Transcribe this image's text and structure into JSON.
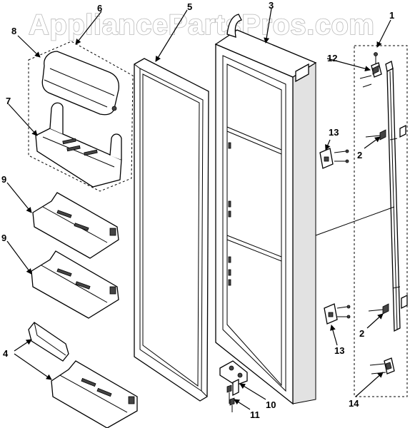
{
  "watermark": "AppliancePartsPros.com",
  "callouts": [
    {
      "id": "c1",
      "text": "1"
    },
    {
      "id": "c2a",
      "text": "2"
    },
    {
      "id": "c2b",
      "text": "2"
    },
    {
      "id": "c3",
      "text": "3"
    },
    {
      "id": "c4",
      "text": "4"
    },
    {
      "id": "c5",
      "text": "5"
    },
    {
      "id": "c6",
      "text": "6"
    },
    {
      "id": "c7",
      "text": "7"
    },
    {
      "id": "c8",
      "text": "8"
    },
    {
      "id": "c9a",
      "text": "9"
    },
    {
      "id": "c9b",
      "text": "9"
    },
    {
      "id": "c10",
      "text": "10"
    },
    {
      "id": "c11",
      "text": "11"
    },
    {
      "id": "c12",
      "text": "12"
    },
    {
      "id": "c13a",
      "text": "13"
    },
    {
      "id": "c13b",
      "text": "13"
    },
    {
      "id": "c14",
      "text": "14"
    }
  ]
}
